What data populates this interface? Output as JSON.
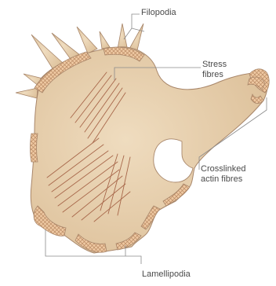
{
  "figure": {
    "labels": {
      "filopodia": "Filopodia",
      "stress_fibres_line1": "Stress",
      "stress_fibres_line2": "fibres",
      "crosslinked_line1": "Crosslinked",
      "crosslinked_line2": "actin fibres",
      "lamellipodia": "Lamellipodia"
    },
    "colors": {
      "cell_fill": "#e7cfac",
      "cell_outline": "#a8866a",
      "stress_fibre": "#a8684b",
      "crosshatch_fill": "#efc9a3",
      "crosshatch_line": "#b98a63",
      "leader_line": "#8a8a8a",
      "text": "#4a4a4a"
    }
  }
}
